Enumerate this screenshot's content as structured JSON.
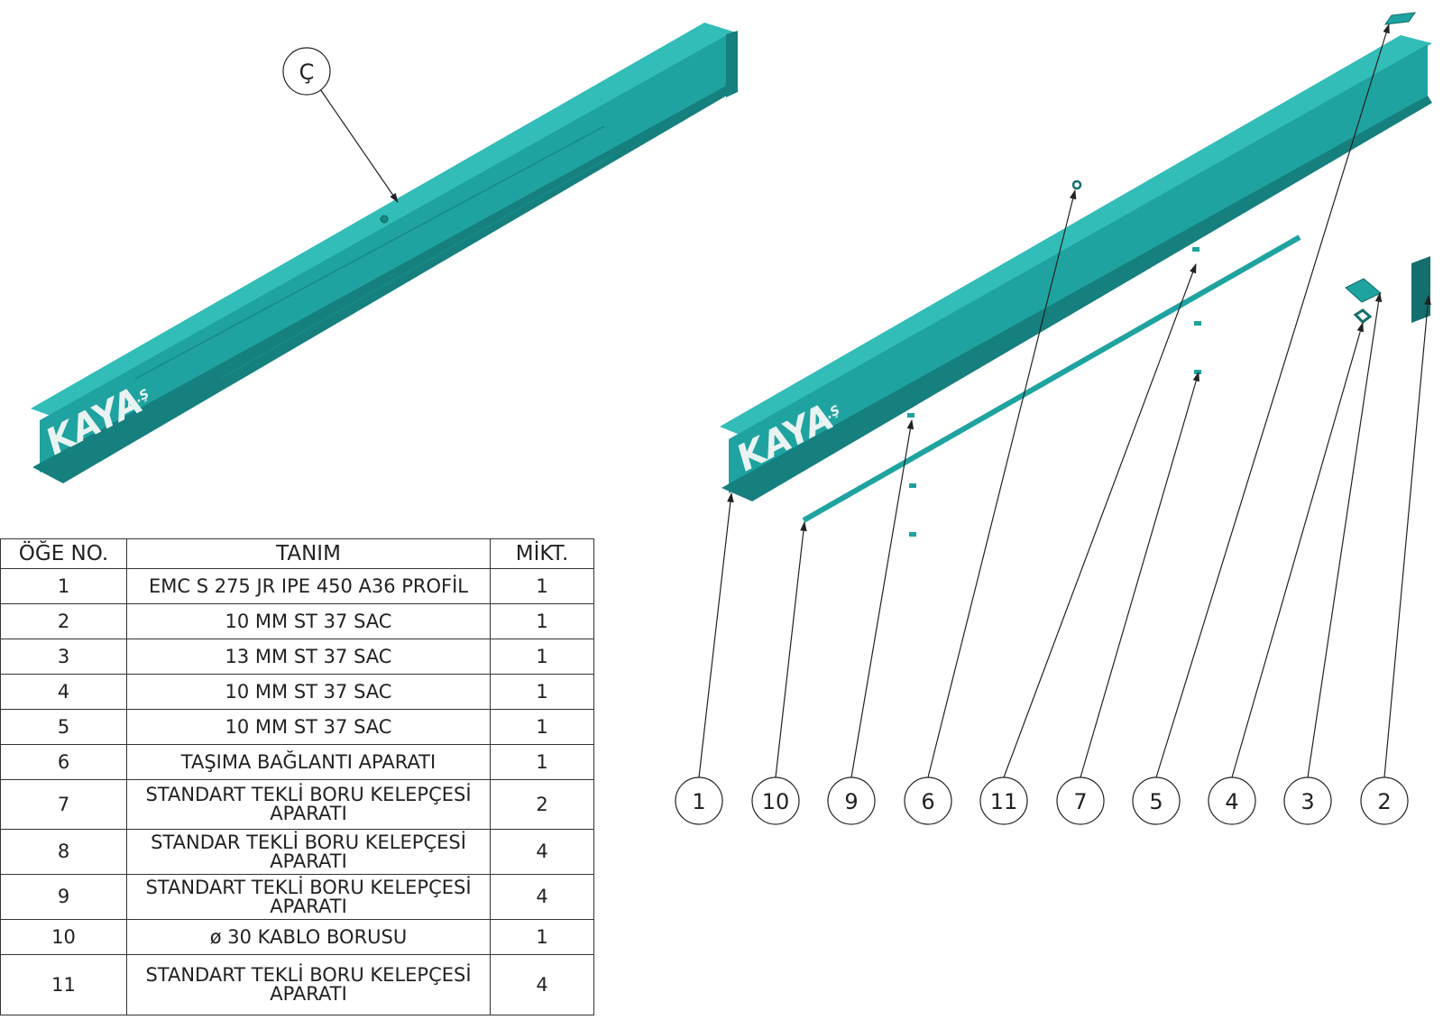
{
  "colors": {
    "beam": "#1fa3a0",
    "beam_dark": "#15807e",
    "beam_light": "#33bdb8",
    "line": "#222222"
  },
  "logo": {
    "name": "KAYA",
    "suffix": "A.Ş"
  },
  "view_label": "Ç",
  "balloons": [
    "1",
    "10",
    "9",
    "6",
    "11",
    "7",
    "5",
    "4",
    "3",
    "2"
  ],
  "bom": {
    "headers": [
      "ÖĞE NO.",
      "TANIM",
      "MİKT."
    ],
    "rows": [
      {
        "no": "1",
        "desc": [
          "EMC S 275 JR IPE 450 A36 PROFİL"
        ],
        "qty": "1"
      },
      {
        "no": "2",
        "desc": [
          "10 MM ST 37 SAC"
        ],
        "qty": "1"
      },
      {
        "no": "3",
        "desc": [
          "13 MM ST 37 SAC"
        ],
        "qty": "1"
      },
      {
        "no": "4",
        "desc": [
          "10 MM ST 37 SAC"
        ],
        "qty": "1"
      },
      {
        "no": "5",
        "desc": [
          "10 MM ST 37 SAC"
        ],
        "qty": "1"
      },
      {
        "no": "6",
        "desc": [
          "TAŞIMA BAĞLANTI APARATI"
        ],
        "qty": "1"
      },
      {
        "no": "7",
        "desc": [
          "STANDART TEKLİ BORU KELEPÇESİ",
          "APARATI"
        ],
        "qty": "2"
      },
      {
        "no": "8",
        "desc": [
          "STANDAR TEKLİ BORU KELEPÇESİ",
          "APARATI"
        ],
        "qty": "4"
      },
      {
        "no": "9",
        "desc": [
          "STANDART TEKLİ BORU KELEPÇESİ",
          "APARATI"
        ],
        "qty": "4"
      },
      {
        "no": "10",
        "desc": [
          "ø 30 KABLO BORUSU"
        ],
        "qty": "1"
      },
      {
        "no": "11",
        "desc": [
          "STANDART TEKLİ BORU KELEPÇESİ",
          "APARATI"
        ],
        "qty": "4"
      }
    ]
  }
}
